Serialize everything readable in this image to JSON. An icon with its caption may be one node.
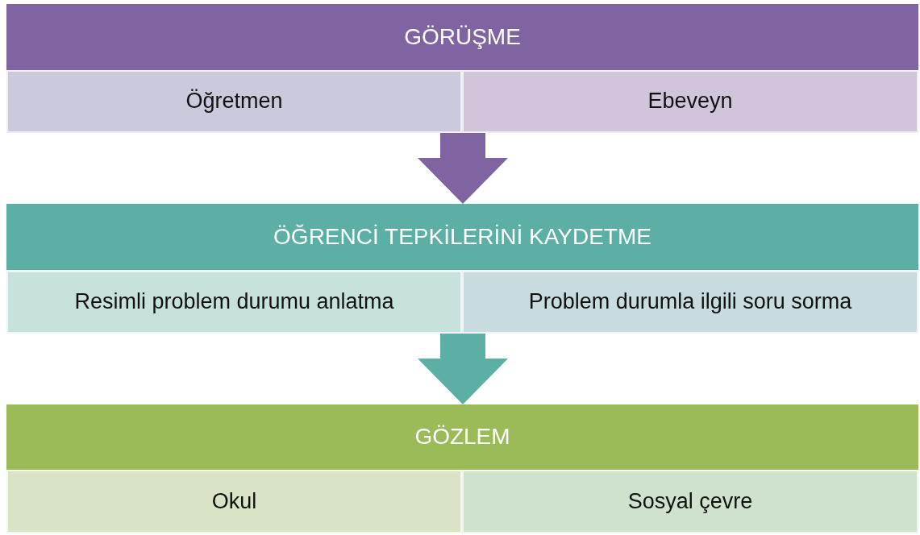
{
  "diagram": {
    "nodes": [
      {
        "text": [
          "GÖRÜŞME"
        ]
      },
      {
        "text": [
          "Öğretmen"
        ]
      },
      {
        "text": [
          "Ebeveyn"
        ]
      },
      {
        "text": [
          "ÖĞRENCİ TEPKİLERİNİ KAYDETME"
        ]
      },
      {
        "text": [
          "Resimli problem durumu anlatma"
        ]
      },
      {
        "text": [
          "Problem durumla ilgili soru sorma"
        ]
      },
      {
        "text": [
          "GÖZLEM"
        ]
      },
      {
        "text": [
          "Okul"
        ]
      },
      {
        "text": [
          "Sosyal çevre"
        ]
      }
    ],
    "edges": [
      {
        "from": 1,
        "to": 3,
        "arrow": "to",
        "color": "#8064a2"
      },
      {
        "from": 2,
        "to": 3,
        "arrow": "to",
        "color": "#8064a2"
      },
      {
        "from": 4,
        "to": 6,
        "arrow": "to",
        "color": "#5bafa5"
      },
      {
        "from": 5,
        "to": 6,
        "arrow": "to",
        "color": "#5bafa5"
      }
    ]
  }
}
